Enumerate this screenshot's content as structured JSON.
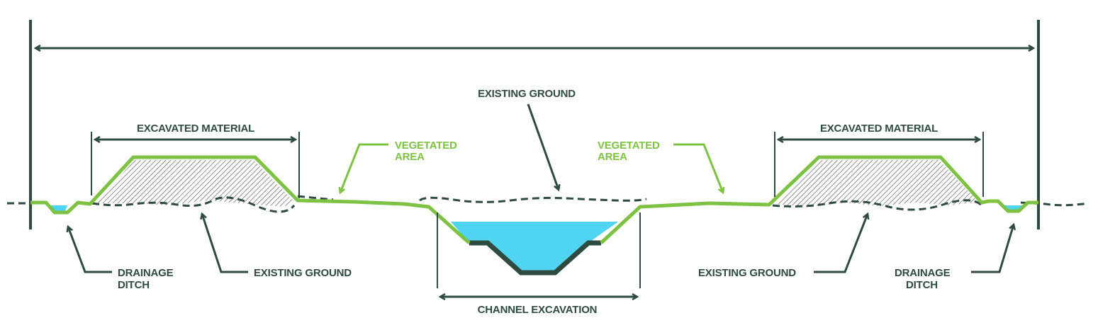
{
  "colors": {
    "dark": "#2f4a3e",
    "green": "#7dc242",
    "water": "#4fd4f2"
  },
  "labels": {
    "excavated_left": "EXCAVATED MATERIAL",
    "excavated_right": "EXCAVATED MATERIAL",
    "vegetated_left": [
      "VEGETATED",
      "AREA"
    ],
    "vegetated_right": [
      "VEGETATED",
      "AREA"
    ],
    "existing_ground_top": "EXISTING GROUND",
    "existing_ground_left": "EXISTING GROUND",
    "existing_ground_right": "EXISTING GROUND",
    "drainage_left": [
      "DRAINAGE",
      "DITCH"
    ],
    "drainage_right": [
      "DRAINAGE",
      "DITCH"
    ],
    "channel_excavation": "CHANNEL EXCAVATION"
  }
}
